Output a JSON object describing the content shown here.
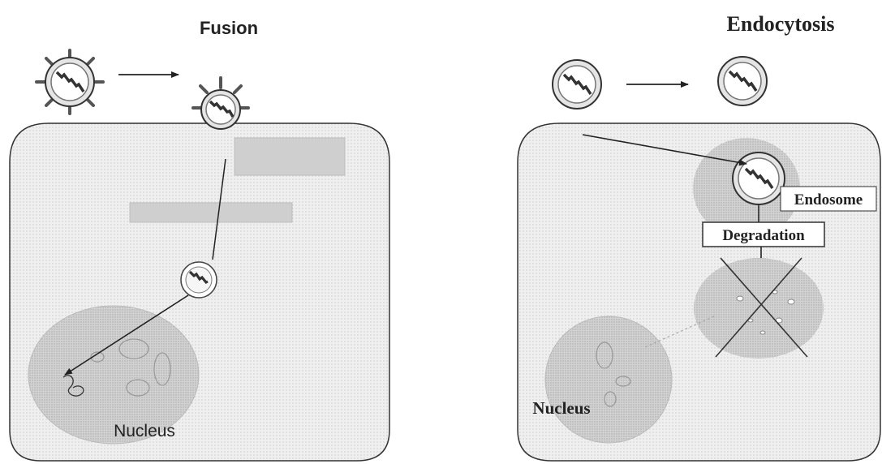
{
  "fusion": {
    "title": "Fusion",
    "nucleus_label": "Nucleus"
  },
  "endocytosis": {
    "title": "Endocytosis",
    "endosome_label": "Endosome",
    "degradation_label": "Degradation",
    "nucleus_label": "Nucleus"
  },
  "colors": {
    "stroke": "#222222",
    "cell_fill": "#f4f4f4",
    "nucleus_fill": "#d6d6d6",
    "box_fill": "#cfcfcf",
    "spike": "#555555"
  }
}
